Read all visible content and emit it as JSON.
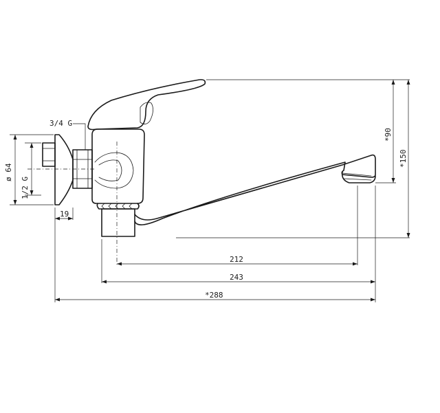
{
  "drawing": {
    "labels": {
      "thread_inlet": "3/4 G",
      "flange_diameter": "ø 64",
      "thread_outlet": "1/2 G",
      "flange_width": "19",
      "height_spout": "*90",
      "height_total": "*150",
      "reach_212": "212",
      "reach_243": "243",
      "length_total": "*288"
    }
  }
}
